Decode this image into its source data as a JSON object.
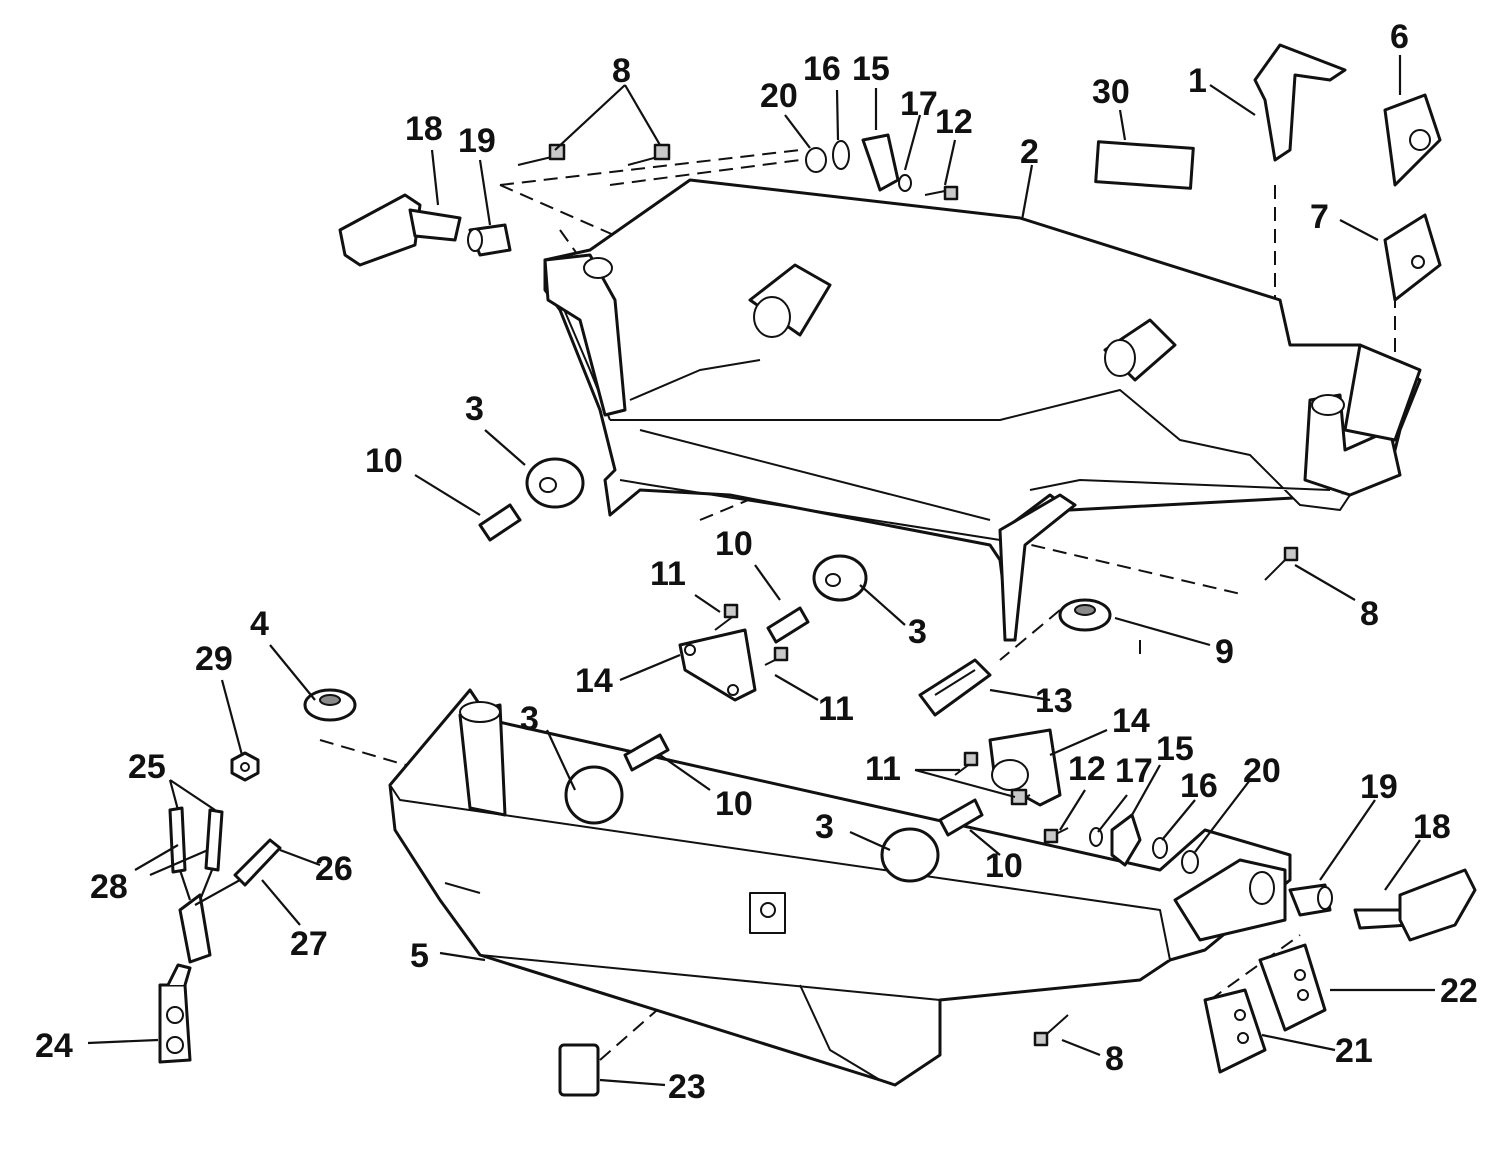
{
  "callouts": [
    {
      "id": "c-1",
      "text": "1"
    },
    {
      "id": "c-6",
      "text": "6"
    },
    {
      "id": "c-30",
      "text": "30"
    },
    {
      "id": "c-2",
      "text": "2"
    },
    {
      "id": "c-7",
      "text": "7"
    },
    {
      "id": "c-8a",
      "text": "8"
    },
    {
      "id": "c-20a",
      "text": "20"
    },
    {
      "id": "c-16a",
      "text": "16"
    },
    {
      "id": "c-15a",
      "text": "15"
    },
    {
      "id": "c-17a",
      "text": "17"
    },
    {
      "id": "c-12a",
      "text": "12"
    },
    {
      "id": "c-18a",
      "text": "18"
    },
    {
      "id": "c-19a",
      "text": "19"
    },
    {
      "id": "c-3a",
      "text": "3"
    },
    {
      "id": "c-10a",
      "text": "10"
    },
    {
      "id": "c-11a",
      "text": "11"
    },
    {
      "id": "c-10b",
      "text": "10"
    },
    {
      "id": "c-3b",
      "text": "3"
    },
    {
      "id": "c-8b",
      "text": "8"
    },
    {
      "id": "c-9",
      "text": "9"
    },
    {
      "id": "c-4",
      "text": "4"
    },
    {
      "id": "c-29",
      "text": "29"
    },
    {
      "id": "c-14a",
      "text": "14"
    },
    {
      "id": "c-11b",
      "text": "11"
    },
    {
      "id": "c-13",
      "text": "13"
    },
    {
      "id": "c-14b",
      "text": "14"
    },
    {
      "id": "c-3c",
      "text": "3"
    },
    {
      "id": "c-25",
      "text": "25"
    },
    {
      "id": "c-11c",
      "text": "11"
    },
    {
      "id": "c-12b",
      "text": "12"
    },
    {
      "id": "c-17b",
      "text": "17"
    },
    {
      "id": "c-15b",
      "text": "15"
    },
    {
      "id": "c-16b",
      "text": "16"
    },
    {
      "id": "c-20b",
      "text": "20"
    },
    {
      "id": "c-19b",
      "text": "19"
    },
    {
      "id": "c-18b",
      "text": "18"
    },
    {
      "id": "c-10c",
      "text": "10"
    },
    {
      "id": "c-3d",
      "text": "3"
    },
    {
      "id": "c-10d",
      "text": "10"
    },
    {
      "id": "c-28",
      "text": "28"
    },
    {
      "id": "c-26",
      "text": "26"
    },
    {
      "id": "c-27",
      "text": "27"
    },
    {
      "id": "c-5",
      "text": "5"
    },
    {
      "id": "c-22",
      "text": "22"
    },
    {
      "id": "c-21",
      "text": "21"
    },
    {
      "id": "c-24",
      "text": "24"
    },
    {
      "id": "c-8c",
      "text": "8"
    },
    {
      "id": "c-23",
      "text": "23"
    }
  ]
}
